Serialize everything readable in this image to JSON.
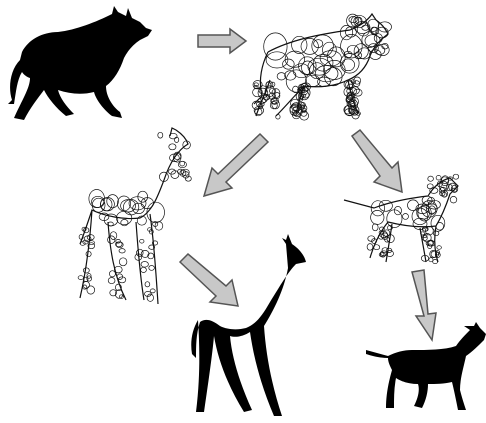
{
  "diagram": {
    "colors": {
      "silhouette": "#000000",
      "wireframe": "#111111",
      "arrow_fill": "#c8c8c8",
      "arrow_stroke": "#555555",
      "background": "#ffffff"
    },
    "nodes": [
      {
        "id": "source-bull",
        "kind": "solid-silhouette",
        "animal": "bull"
      },
      {
        "id": "bull-wireframe",
        "kind": "circle-wireframe",
        "animal": "bull"
      },
      {
        "id": "giraffe-wireframe",
        "kind": "circle-wireframe",
        "animal": "giraffe"
      },
      {
        "id": "goat-wireframe",
        "kind": "circle-wireframe",
        "animal": "goat"
      },
      {
        "id": "result-giraffe",
        "kind": "solid-silhouette",
        "animal": "giraffe"
      },
      {
        "id": "result-goat",
        "kind": "solid-silhouette",
        "animal": "goat"
      }
    ],
    "edges": [
      {
        "from": "source-bull",
        "to": "bull-wireframe"
      },
      {
        "from": "bull-wireframe",
        "to": "giraffe-wireframe"
      },
      {
        "from": "bull-wireframe",
        "to": "goat-wireframe"
      },
      {
        "from": "giraffe-wireframe",
        "to": "result-giraffe"
      },
      {
        "from": "goat-wireframe",
        "to": "result-goat"
      }
    ]
  }
}
